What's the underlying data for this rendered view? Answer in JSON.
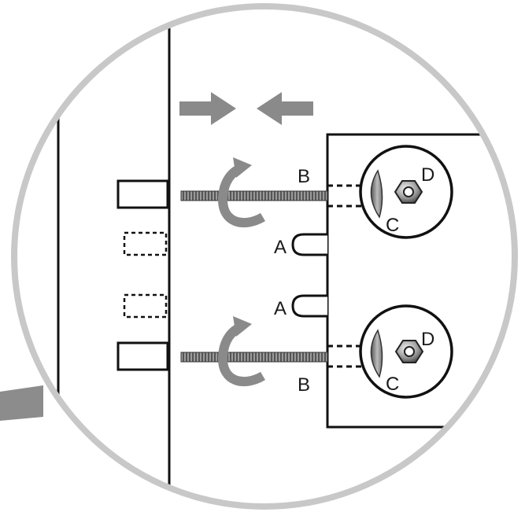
{
  "labels": {
    "bolt_top": "B",
    "bolt_bottom": "B",
    "bracket_upper": "A",
    "bracket_lower": "A",
    "cam_top": "C",
    "cam_bottom": "C",
    "nut_top": "D",
    "nut_bottom": "D"
  },
  "colors": {
    "frame_ring": "#c8c8c8",
    "line": "#111111",
    "arrow_gray": "#8a8a8a",
    "corner_block": "#8c8c8c"
  },
  "icons": [
    "push-arrow-right-icon",
    "push-arrow-left-icon",
    "rotate-arrow-icon",
    "hex-nut-icon",
    "cam-lock-icon"
  ]
}
